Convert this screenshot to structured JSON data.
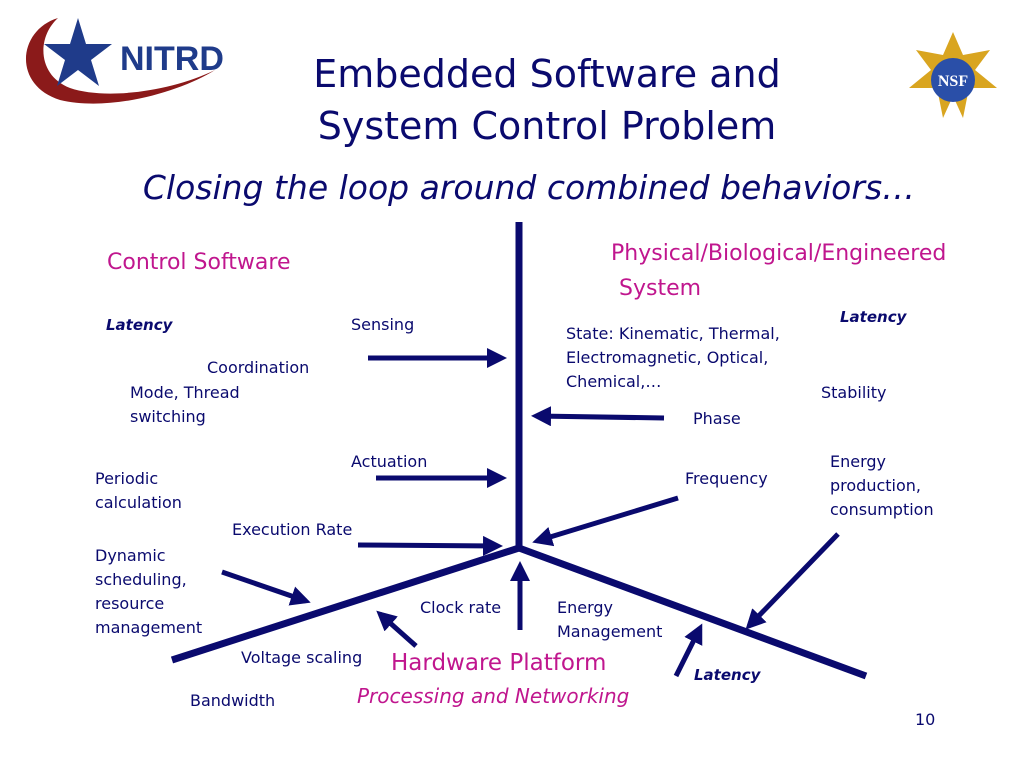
{
  "header": {
    "logo_text": "NITRD",
    "title_line1": "Embedded Software and",
    "title_line2": "System Control Problem",
    "subtitle": "Closing the loop around combined behaviors…",
    "nsf_logo_text": "NSF"
  },
  "regions": {
    "control_software": "Control Software",
    "physical_line1": "Physical/Biological/Engineered",
    "physical_line2": "System",
    "hardware": "Hardware Platform",
    "hardware_sub": "Processing and Networking"
  },
  "labels": {
    "latency_left": "Latency",
    "latency_right": "Latency",
    "latency_bottom": "Latency",
    "sensing": "Sensing",
    "coordination": "Coordination",
    "mode_thread_1": "Mode, Thread",
    "mode_thread_2": "switching",
    "state_1": "State:  Kinematic, Thermal,",
    "state_2": "Electromagnetic, Optical,",
    "state_3": "Chemical,…",
    "stability": "Stability",
    "phase": "Phase",
    "actuation": "Actuation",
    "periodic_1": "Periodic",
    "periodic_2": "calculation",
    "frequency": "Frequency",
    "energy_prod_1": "Energy",
    "energy_prod_2": "production,",
    "energy_prod_3": "consumption",
    "execution_rate": "Execution Rate",
    "dynamic_1": "Dynamic",
    "dynamic_2": "scheduling,",
    "dynamic_3": "resource",
    "dynamic_4": "management",
    "clock_rate": "Clock rate",
    "energy_mgmt_1": "Energy",
    "energy_mgmt_2": "Management",
    "voltage_scaling": "Voltage scaling",
    "bandwidth": "Bandwidth"
  },
  "page_number": "10",
  "colors": {
    "navy": "#0a0a6e",
    "magenta": "#c0168e",
    "gold": "#d9a520"
  }
}
